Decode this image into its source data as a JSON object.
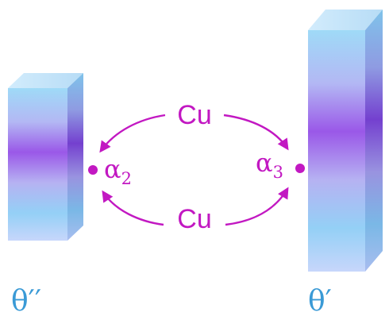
{
  "colors": {
    "accent": "#c218c2",
    "label_blue": "#3a9ad6",
    "bar_blue": "#8fd0f5",
    "bar_purple": "#9a58e8",
    "bar_light": "#c9d8fb"
  },
  "diagram": {
    "bars": [
      {
        "label": "θ′′"
      },
      {
        "label": "θ′"
      }
    ],
    "junctions": [
      {
        "symbol": "α",
        "subscript": "2"
      },
      {
        "symbol": "α",
        "subscript": "3"
      }
    ],
    "links": [
      {
        "label": "Cu"
      },
      {
        "label": "Cu"
      }
    ]
  }
}
